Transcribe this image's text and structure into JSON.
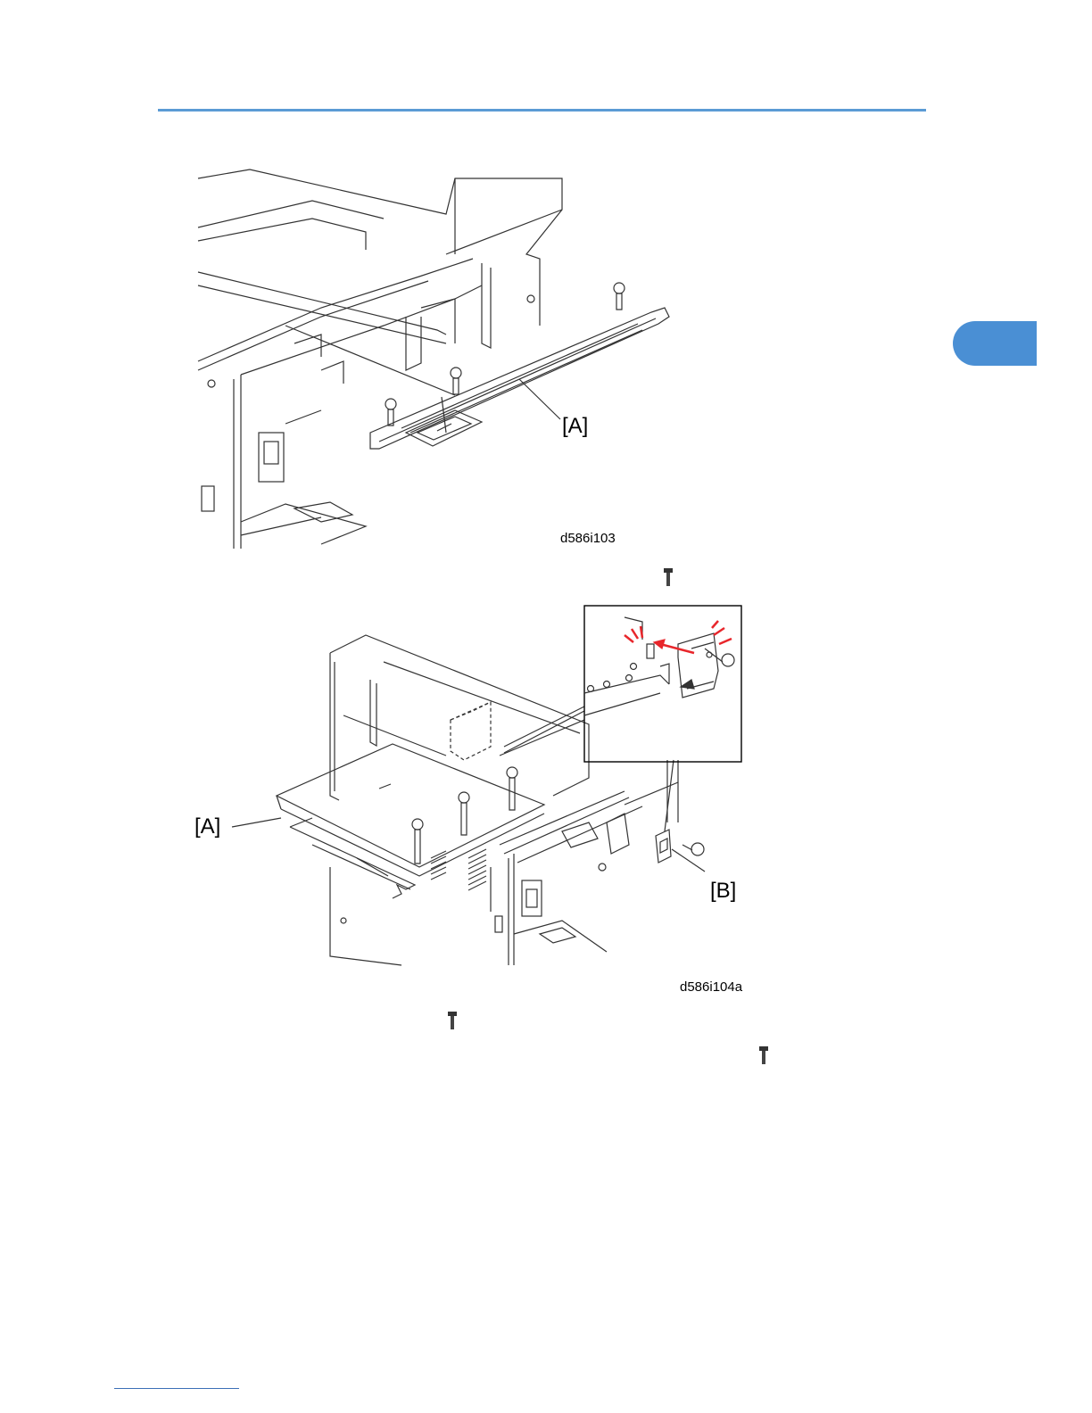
{
  "figure1": {
    "code": "d586i103",
    "label_a": "[A]"
  },
  "figure2": {
    "code": "d586i104a",
    "label_a": "[A]",
    "label_b": "[B]"
  },
  "icons": [
    "screw-icon"
  ],
  "colors": {
    "header_rule": "#5b9bd5",
    "chapter_tab": "#4a8fd4",
    "callout_red": "#e8262b"
  }
}
